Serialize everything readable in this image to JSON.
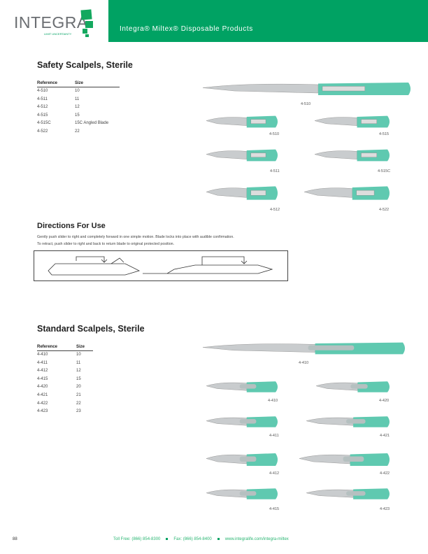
{
  "header": {
    "logo": "INTEGRA",
    "logo_tagline": "LIMIT UNCERTAINTY",
    "title": "Integra® Miltex® Disposable Products"
  },
  "safety": {
    "title": "Safety Scalpels,  Sterile",
    "columns": [
      "Reference",
      "Size"
    ],
    "rows": [
      [
        "4-510",
        "10"
      ],
      [
        "4-511",
        "11"
      ],
      [
        "4-512",
        "12"
      ],
      [
        "4-515",
        "15"
      ],
      [
        "4-515C",
        "15C  Angled Blade"
      ],
      [
        "4-522",
        "22"
      ]
    ],
    "image_labels": [
      "4-510",
      "4-510",
      "4-515",
      "4-511",
      "4-515C",
      "4-512",
      "4-522"
    ]
  },
  "directions": {
    "title": "Directions For Use",
    "lines": [
      "Gently push slider to right and completely forward in one simple motion. Blade locks into place with audible confirmation.",
      "To retract, push slider to right and back to return blade to original protected position."
    ]
  },
  "standard": {
    "title": "Standard Scalpels, Sterile",
    "columns": [
      "Reference",
      "Size"
    ],
    "rows": [
      [
        "4-410",
        "10"
      ],
      [
        "4-411",
        "11"
      ],
      [
        "4-412",
        "12"
      ],
      [
        "4-415",
        "15"
      ],
      [
        "4-420",
        "20"
      ],
      [
        "4-421",
        "21"
      ],
      [
        "4-422",
        "22"
      ],
      [
        "4-423",
        "23"
      ]
    ],
    "image_labels": [
      "4-410",
      "4-410",
      "4-420",
      "4-411",
      "4-421",
      "4-412",
      "4-422",
      "4-415",
      "4-423"
    ]
  },
  "footer": {
    "page": "88",
    "toll_free": "Toll Free: (866) 854-8300",
    "fax": "Fax: (866) 854-8400",
    "website": "www.integralife.com/integra-miltex"
  },
  "colors": {
    "brand": "#00a263",
    "handle": "#5fc9b0"
  }
}
